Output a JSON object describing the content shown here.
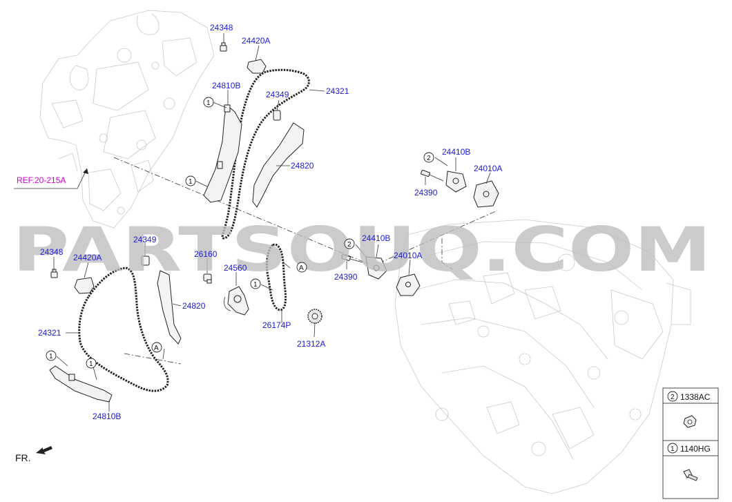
{
  "diagram": {
    "ref_label": "REF.20-215A",
    "front_label": "FR.",
    "watermark": "PARTSOUQ.COM",
    "callout_marker": "1",
    "callout_marker_2": "2",
    "section_marker": "A",
    "parts": {
      "p24348_top": "24348",
      "p24420A_top": "24420A",
      "p24810B_top": "24810B",
      "p24349_top": "24349",
      "p24321_top": "24321",
      "p24820_top": "24820",
      "p24410B_top": "24410B",
      "p24010A_top": "24010A",
      "p24390_top": "24390",
      "p24348_bot": "24348",
      "p24420A_bot": "24420A",
      "p24349_bot": "24349",
      "p26160": "26160",
      "p24560": "24560",
      "p24410B_bot": "24410B",
      "p24010A_bot": "24010A",
      "p24390_bot": "24390",
      "p24820_bot": "24820",
      "p24321_bot": "24321",
      "p26174P": "26174P",
      "p21312A": "21312A",
      "p24810B_bot": "24810B"
    },
    "legend": {
      "row1_num": "2",
      "row1_code": "1338AC",
      "row2_num": "1",
      "row2_code": "1140HG"
    }
  }
}
